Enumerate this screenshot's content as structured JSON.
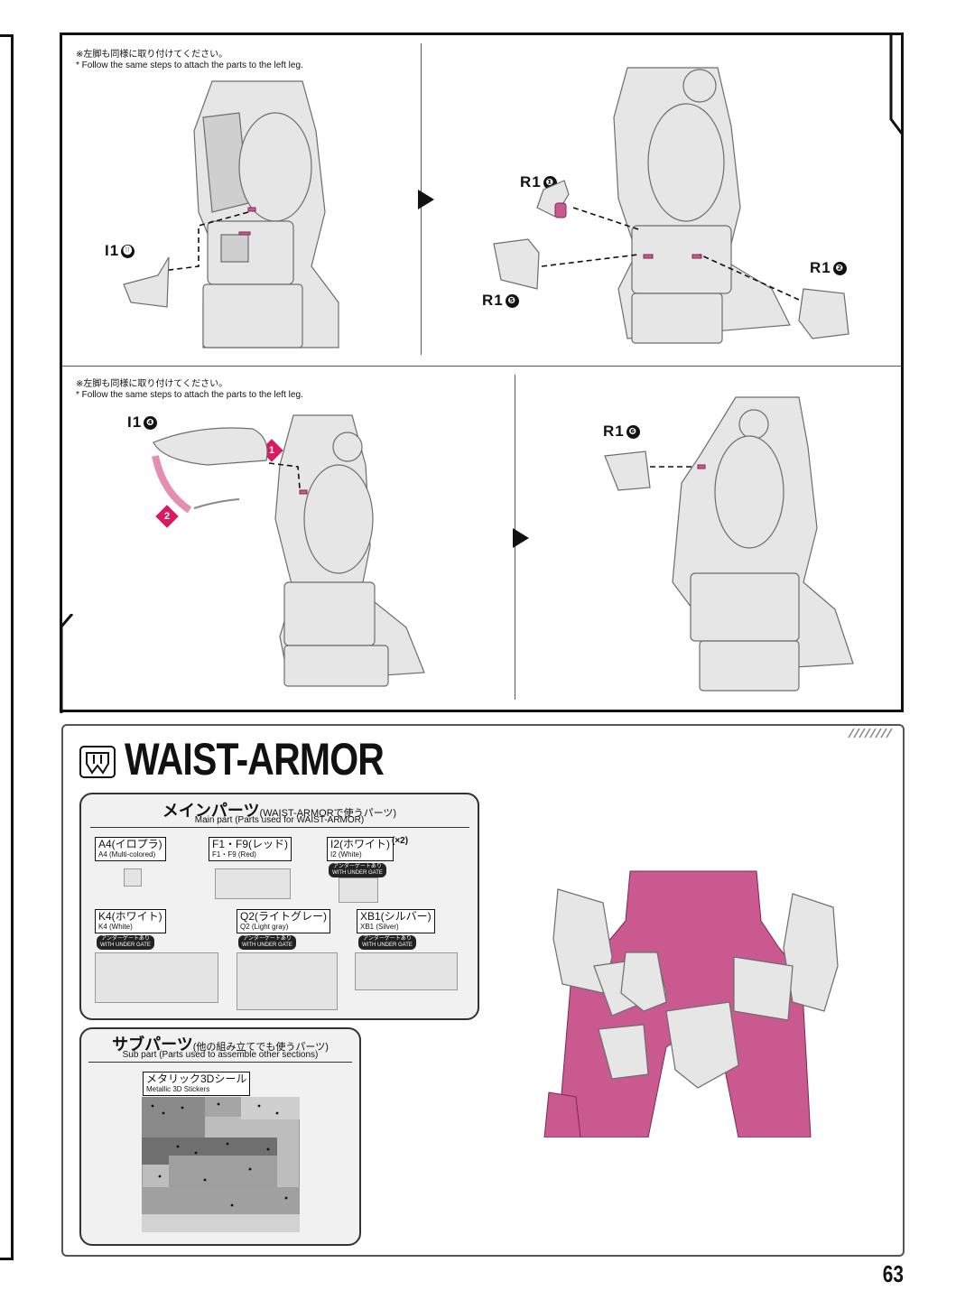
{
  "steps": {
    "note_jp": "※左脚も同様に取り付けてください。",
    "note_en": "* Follow the same steps to attach the parts to the left leg.",
    "panel1": {
      "part": "I1",
      "num": "⓫"
    },
    "panel2": {
      "parts": [
        {
          "part": "R1",
          "num": "❶"
        },
        {
          "part": "R1",
          "num": "❷"
        },
        {
          "part": "R1",
          "num": "❺"
        }
      ]
    },
    "panel3": {
      "part": "I1",
      "num": "❹",
      "step1": "1",
      "step2": "2"
    },
    "panel4": {
      "part": "R1",
      "num": "❻"
    }
  },
  "section": {
    "title": "WAIST-ARMOR",
    "main": {
      "title_jp": "メインパーツ",
      "title_paren": "(WAIST-ARMORで使うパーツ)",
      "subtitle": "Main part (Parts used for WAIST-ARMOR)",
      "parts": [
        {
          "jp": "A4(イロプラ)",
          "en": "A4 (Multi-colored)"
        },
        {
          "jp": "F1・F9(レッド)",
          "en": "F1・F9 (Red)"
        },
        {
          "jp": "I2(ホワイト)",
          "en": "I2 (White)",
          "qty": "(×2)"
        },
        {
          "jp": "K4(ホワイト)",
          "en": "K4 (White)"
        },
        {
          "jp": "Q2(ライトグレー)",
          "en": "Q2 (Light gray)"
        },
        {
          "jp": "XB1(シルバー)",
          "en": "XB1 (Silver)"
        }
      ],
      "badge_jp": "アンダーゲートあり",
      "badge_en": "WITH UNDER GATE"
    },
    "sub": {
      "title_jp": "サブパーツ",
      "title_paren": "(他の組み立てでも使うパーツ)",
      "subtitle": "Sub part (Parts used to assemble other sections)",
      "sticker_jp": "メタリック3Dシール",
      "sticker_en": "Metallic 3D Stickers"
    }
  },
  "page_number": "63",
  "colors": {
    "accent_pink": "#d81b60",
    "armor_pink": "#c9598f",
    "frame": "#111111"
  }
}
